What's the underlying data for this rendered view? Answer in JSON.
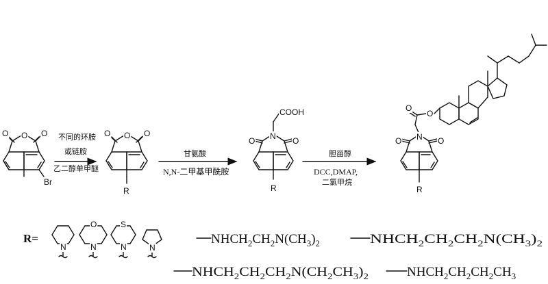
{
  "atoms": {
    "O": "O",
    "N": "N",
    "Br": "Br",
    "R": "R",
    "S": "S",
    "COOH": "COOH"
  },
  "steps": [
    {
      "above": [
        "不同的环胺",
        "或链胺"
      ],
      "below": [
        "乙二醇单甲醚"
      ]
    },
    {
      "above": [
        "甘氨酸"
      ],
      "below": [
        "N,N-二甲基甲酰胺"
      ]
    },
    {
      "above": [
        "胆甾醇"
      ],
      "below": [
        "DCC,DMAP,",
        "二氯甲烷"
      ]
    }
  ],
  "r_groups": {
    "label": "R=",
    "chains": [
      {
        "main": "NHCH",
        "parts": [
          "2",
          "CH",
          "2",
          "N(CH",
          "3",
          ")",
          "2"
        ]
      },
      {
        "main": "NHCH",
        "parts": [
          "2",
          "CH",
          "2",
          "CH",
          "2",
          "N(CH",
          "3",
          ")",
          "2"
        ]
      },
      {
        "main": "NHCH",
        "parts": [
          "2",
          "CH",
          "2",
          "CH",
          "2",
          "N(CH",
          "2",
          "CH",
          "3",
          ")",
          "2"
        ]
      },
      {
        "main": "NHCH",
        "parts": [
          "2",
          "CH",
          "2",
          "CH",
          "2",
          "CH",
          "3"
        ]
      }
    ]
  }
}
